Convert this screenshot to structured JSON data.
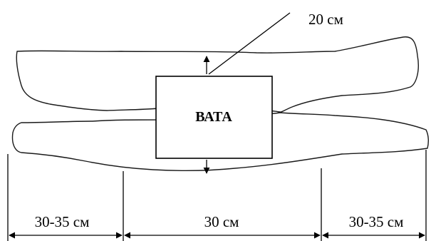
{
  "diagram": {
    "top_dimension": "20 см",
    "center_label": "ВАТА",
    "left_dimension": "30-35 см",
    "middle_dimension": "30 см",
    "right_dimension": "30-35 см"
  }
}
